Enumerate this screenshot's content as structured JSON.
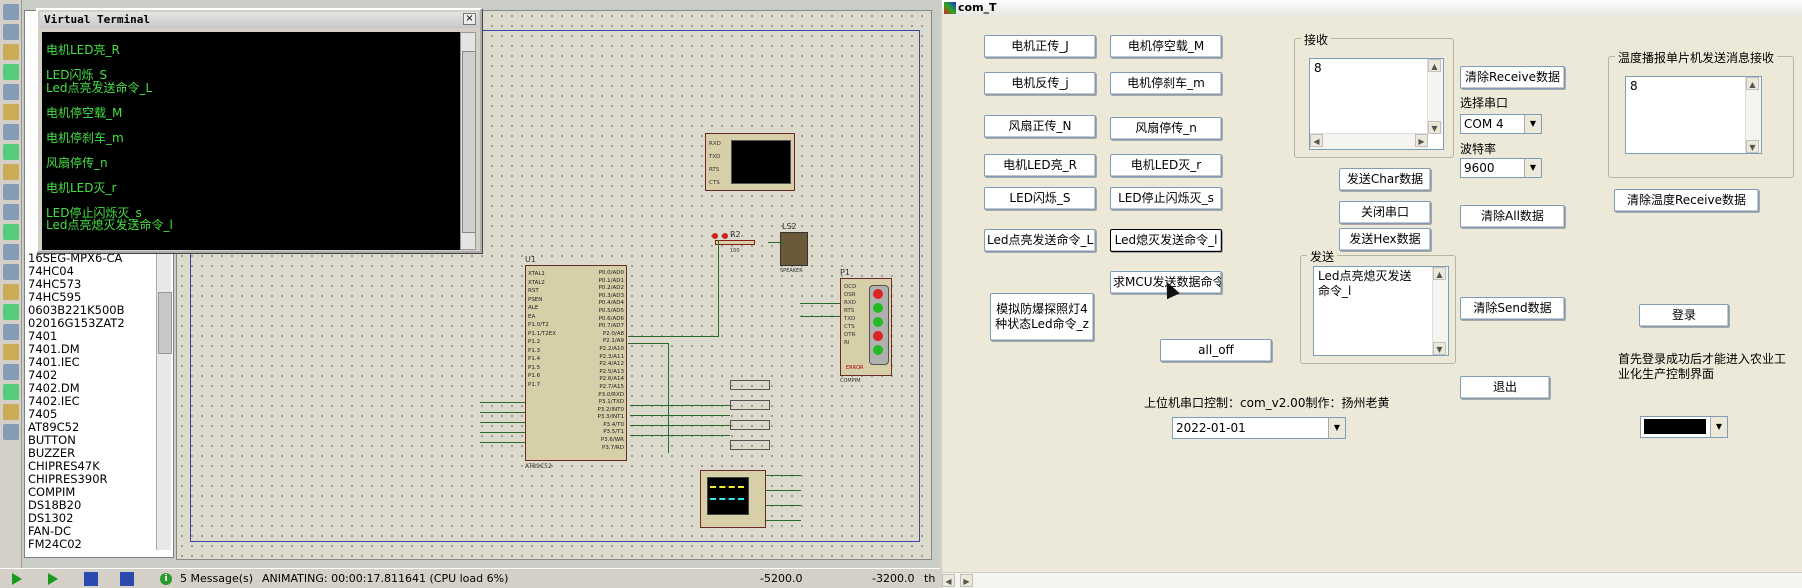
{
  "virtual_terminal": {
    "title": "Virtual Terminal",
    "close": "×",
    "lines": [
      "电机LED亮_R",
      "",
      "LED闪烁_S",
      "Led点亮发送命令_L",
      "",
      "电机停空载_M",
      "",
      "电机停刹车_m",
      "",
      "风扇停传_n",
      "",
      "电机LED灭_r",
      "",
      "LED停止闪烁灭_s",
      "Led点亮熄灭发送命令_l"
    ]
  },
  "device_list": [
    "16SEG-MPX6-CA",
    "74HC04",
    "74HC573",
    "74HC595",
    "0603B221K500B",
    "02016G153ZAT2",
    "7401",
    "7401.DM",
    "7401.IEC",
    "7402",
    "7402.DM",
    "7402.IEC",
    "7405",
    "AT89C52",
    "BUTTON",
    "BUZZER",
    "CHIPRES47K",
    "CHIPRES390R",
    "COMPIM",
    "DS18B20",
    "DS1302",
    "FAN-DC",
    "FM24C02"
  ],
  "schematic": {
    "mcu_ref": "U1",
    "mcu_part": "AT89C52",
    "resistor_ref": "R2",
    "resistor_value": "100",
    "speaker_ref": "LS2",
    "speaker_part": "SPEAKER",
    "connector_ref": "P1",
    "connector_part": "COMPIM",
    "connector_label": "ERROR",
    "mcu_left_pins": [
      "XTAL1",
      "XTAL2",
      "RST",
      "PSEN",
      "ALE",
      "EA",
      "P1.0/T2",
      "P1.1/T2EX",
      "P1.2",
      "P1.3",
      "P1.4",
      "P1.5",
      "P1.6",
      "P1.7"
    ],
    "mcu_right_pins": [
      "P0.0/AD0",
      "P0.1/AD1",
      "P0.2/AD2",
      "P0.3/AD3",
      "P0.4/AD4",
      "P0.5/AD5",
      "P0.6/AD6",
      "P0.7/AD7",
      "P2.0/A8",
      "P2.1/A9",
      "P2.2/A10",
      "P2.3/A11",
      "P2.4/A12",
      "P2.5/A13",
      "P2.6/A14",
      "P2.7/A15",
      "P3.0/RXD",
      "P3.1/TXD",
      "P3.2/INT0",
      "P3.3/INT1",
      "P3.4/T0",
      "P3.5/T1",
      "P3.6/WR",
      "P3.7/RD"
    ],
    "vt_pins": [
      "RXD",
      "TXD",
      "RTS",
      "CTS"
    ],
    "compim_pins": [
      "DCD",
      "DSR",
      "RXD",
      "RTS",
      "TXD",
      "CTS",
      "DTR",
      "RI"
    ]
  },
  "status_bar": {
    "messages": "5 Message(s)",
    "animating": "ANIMATING: 00:00:17.811641 (CPU load 6%)",
    "coord_x": "-5200.0",
    "coord_y": "-3200.0",
    "unit": "th"
  },
  "app": {
    "title": "com_T",
    "buttons_left": [
      {
        "c1": "电机正传_J",
        "c2": "电机停空载_M"
      },
      {
        "c1": "电机反传_j",
        "c2": "电机停刹车_m"
      },
      {
        "c1": "风扇正传_N",
        "c2": "风扇停传_n"
      },
      {
        "c1": "电机LED亮_R",
        "c2": "电机LED灭_r"
      },
      {
        "c1": "LED闪烁_S",
        "c2": "LED停止闪烁灭_s"
      },
      {
        "c1": "Led点亮发送命令_L",
        "c2": "Led熄灭发送命令_l"
      }
    ],
    "request_btn": "求MCU发送数据命令",
    "simulate_btn_line1": "模拟防爆探照灯4",
    "simulate_btn_line2": "种状态Led命令_z",
    "all_off": "all_off",
    "receive_group": "接收",
    "receive_text": "8",
    "send_group": "发送",
    "send_text": "Led点亮熄灭发送命令_l",
    "send_char": "发送Char数据",
    "close_port": "关闭串口",
    "send_hex": "发送Hex数据",
    "clear_receive": "清除Receive数据",
    "select_port_label": "选择串口",
    "port_value": "COM 4",
    "baud_label": "波特率",
    "baud_value": "9600",
    "clear_all": "清除All数据",
    "clear_send": "清除Send数据",
    "exit": "退出",
    "footer": "上位机串口控制：com_v2.00制作：扬州老黄",
    "date_value": "2022-01-01",
    "temp_group": "温度播报单片机发送消息接收",
    "temp_text": "8",
    "clear_temp": "清除温度Receive数据",
    "login": "登录",
    "login_note_line1": "首先登录成功后才能进入农业工",
    "login_note_line2": "业化生产控制界面"
  }
}
